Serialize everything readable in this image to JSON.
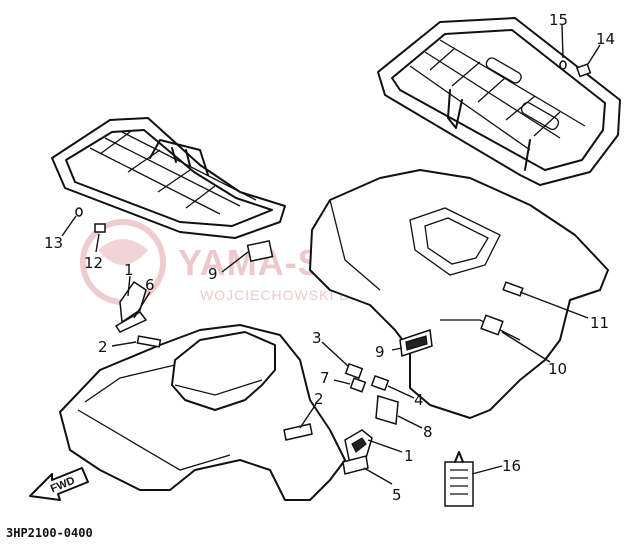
{
  "diagram": {
    "part_code": "3HP2100-0400",
    "watermark": {
      "main": "YAMA-SKLEP.PL",
      "sub": "WOJCIECHOWSKI DEALER YAMAHA"
    },
    "fwd_label": "FWD",
    "callouts": [
      "1",
      "1",
      "2",
      "2",
      "3",
      "4",
      "5",
      "6",
      "7",
      "8",
      "9",
      "9",
      "10",
      "11",
      "12",
      "13",
      "14",
      "15",
      "16"
    ]
  },
  "colors": {
    "line": "#111111",
    "watermark": "#e8b7bb"
  }
}
